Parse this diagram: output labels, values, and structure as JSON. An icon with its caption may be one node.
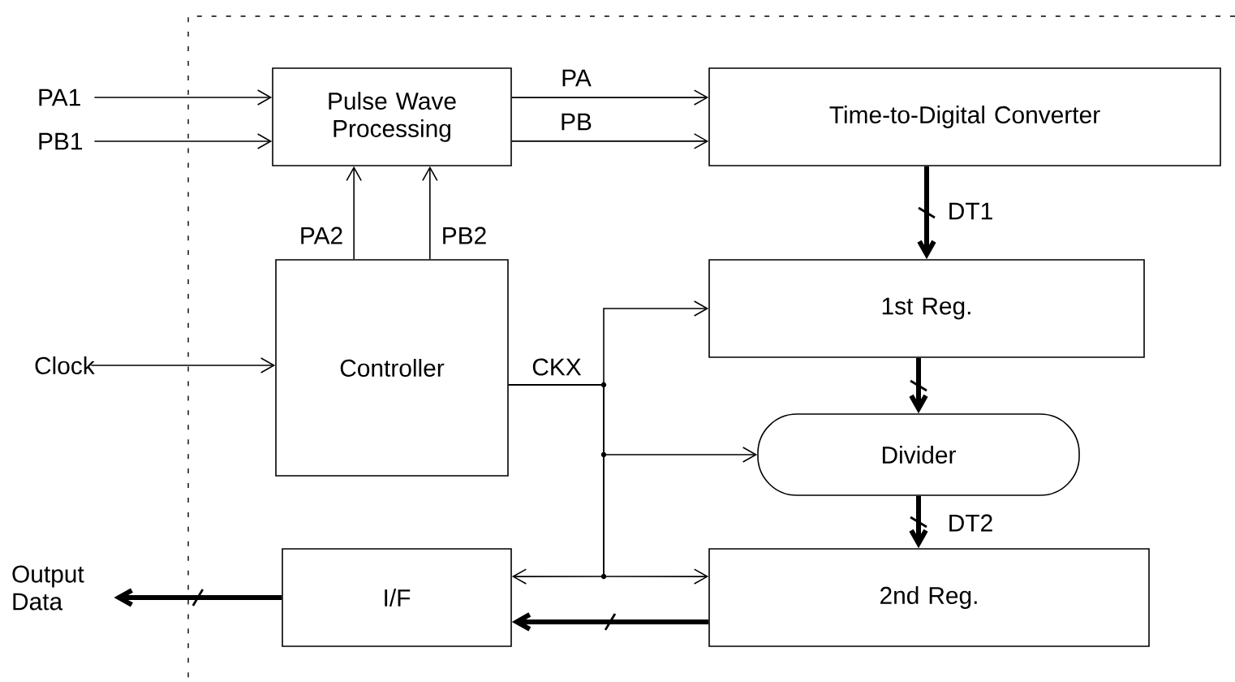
{
  "diagram": {
    "nodes": [
      {
        "text": [
          "PA1"
        ]
      },
      {
        "text": [
          "PB1"
        ]
      },
      {
        "text": [
          "Pulse Wave Processing"
        ]
      },
      {
        "text": [
          "Time-to-Digital Converter"
        ]
      },
      {
        "text": [
          "Controller"
        ]
      },
      {
        "text": [
          "Clock"
        ]
      },
      {
        "text": [
          "1st Reg."
        ]
      },
      {
        "text": [
          "Divider"
        ]
      },
      {
        "text": [
          "2nd Reg."
        ]
      },
      {
        "text": [
          "I/F"
        ]
      },
      {
        "text": [
          "Output Data"
        ]
      }
    ],
    "edges": [
      {
        "from": 0,
        "to": 2,
        "arrow": "to"
      },
      {
        "from": 1,
        "to": 2,
        "arrow": "to"
      },
      {
        "from": 2,
        "to": 3,
        "arrow": "to",
        "label": "PA"
      },
      {
        "from": 2,
        "to": 3,
        "arrow": "to",
        "label": "PB"
      },
      {
        "from": 4,
        "to": 2,
        "arrow": "to",
        "label": "PA2"
      },
      {
        "from": 4,
        "to": 2,
        "arrow": "to",
        "label": "PB2"
      },
      {
        "from": 5,
        "to": 4,
        "arrow": "to"
      },
      {
        "from": 3,
        "to": 6,
        "arrow": "to",
        "label": "DT1",
        "style": "thick"
      },
      {
        "from": 6,
        "to": 7,
        "arrow": "to",
        "style": "thick"
      },
      {
        "from": 7,
        "to": 8,
        "arrow": "to",
        "label": "DT2",
        "style": "thick"
      },
      {
        "from": 4,
        "to": 6,
        "arrow": "to",
        "label": "CKX"
      },
      {
        "from": 4,
        "to": 7,
        "arrow": "to"
      },
      {
        "from": 4,
        "to": 9,
        "arrow": "to"
      },
      {
        "from": 4,
        "to": 8,
        "arrow": "to"
      },
      {
        "from": 8,
        "to": 9,
        "arrow": "to",
        "style": "thick"
      },
      {
        "from": 9,
        "to": 10,
        "arrow": "to",
        "style": "thick"
      }
    ]
  }
}
